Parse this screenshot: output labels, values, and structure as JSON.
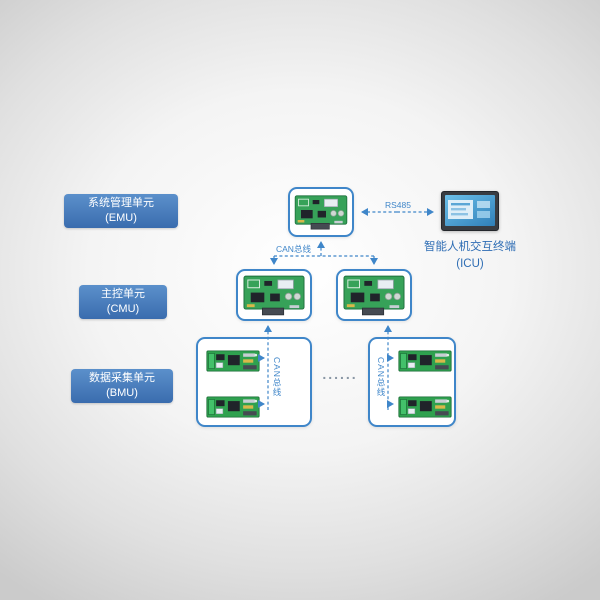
{
  "colors": {
    "accent": "#3f86c9",
    "label_box_top": "#5b90cb",
    "label_box_bottom": "#3a6cae",
    "icu_text": "#2e6db4",
    "pcb_green": "#2fa14f"
  },
  "left_labels": [
    {
      "line1": "系统管理单元",
      "line2": "(EMU)"
    },
    {
      "line1": "主控单元",
      "line2": "(CMU)"
    },
    {
      "line1": "数据采集单元",
      "line2": "(BMU)"
    }
  ],
  "icu_label": {
    "line1": "智能人机交互终端",
    "line2": "(ICU)"
  },
  "connections": {
    "rs485": "RS485",
    "can_top": "CAN总线",
    "can_left": "CAN总线",
    "can_right": "CAN总线",
    "ellipsis": "......"
  },
  "icons": {
    "emu_node": "pcb-board",
    "cmu_node": "pcb-board",
    "bmu_node": "pcb-board",
    "icu_device": "touch-display"
  }
}
